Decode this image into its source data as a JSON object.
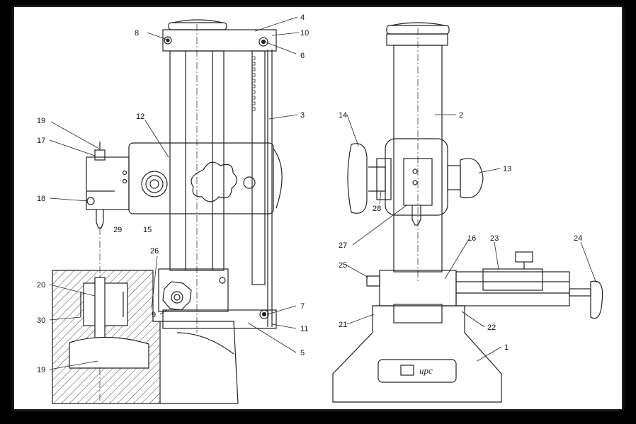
{
  "callouts": [
    {
      "id": "c4",
      "text": "4"
    },
    {
      "id": "c8",
      "text": "8"
    },
    {
      "id": "c10",
      "text": "10"
    },
    {
      "id": "c6",
      "text": "6"
    },
    {
      "id": "c3",
      "text": "3"
    },
    {
      "id": "c12",
      "text": "12"
    },
    {
      "id": "c19a",
      "text": "19"
    },
    {
      "id": "c17",
      "text": "17"
    },
    {
      "id": "c18",
      "text": "18"
    },
    {
      "id": "c29",
      "text": "29"
    },
    {
      "id": "c15",
      "text": "15"
    },
    {
      "id": "c26",
      "text": "26"
    },
    {
      "id": "c20",
      "text": "20"
    },
    {
      "id": "c30",
      "text": "30"
    },
    {
      "id": "c9",
      "text": "9"
    },
    {
      "id": "c7",
      "text": "7"
    },
    {
      "id": "c11",
      "text": "11"
    },
    {
      "id": "c5",
      "text": "5"
    },
    {
      "id": "c19b",
      "text": "19"
    },
    {
      "id": "c14",
      "text": "14"
    },
    {
      "id": "c2",
      "text": "2"
    },
    {
      "id": "c13",
      "text": "13"
    },
    {
      "id": "c28",
      "text": "28"
    },
    {
      "id": "c27",
      "text": "27"
    },
    {
      "id": "c16",
      "text": "16"
    },
    {
      "id": "c23",
      "text": "23"
    },
    {
      "id": "c24",
      "text": "24"
    },
    {
      "id": "c25",
      "text": "25"
    },
    {
      "id": "c21",
      "text": "21"
    },
    {
      "id": "c22",
      "text": "22"
    },
    {
      "id": "c1",
      "text": "1"
    }
  ],
  "logo": {
    "text": "upc"
  }
}
